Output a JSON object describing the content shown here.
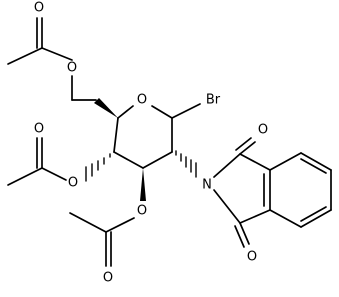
{
  "structure": {
    "atom_labels": {
      "ring_oxygen": "O",
      "bromine": "Br",
      "nitrogen": "N",
      "imide_oxygen_top": "O",
      "imide_oxygen_bottom": "O",
      "ester_oxygen_c6": "O",
      "carbonyl_oxygen_c6": "O",
      "ester_oxygen_c4": "O",
      "carbonyl_oxygen_c4": "O",
      "ester_oxygen_c3": "O",
      "carbonyl_oxygen_c3": "O"
    }
  }
}
